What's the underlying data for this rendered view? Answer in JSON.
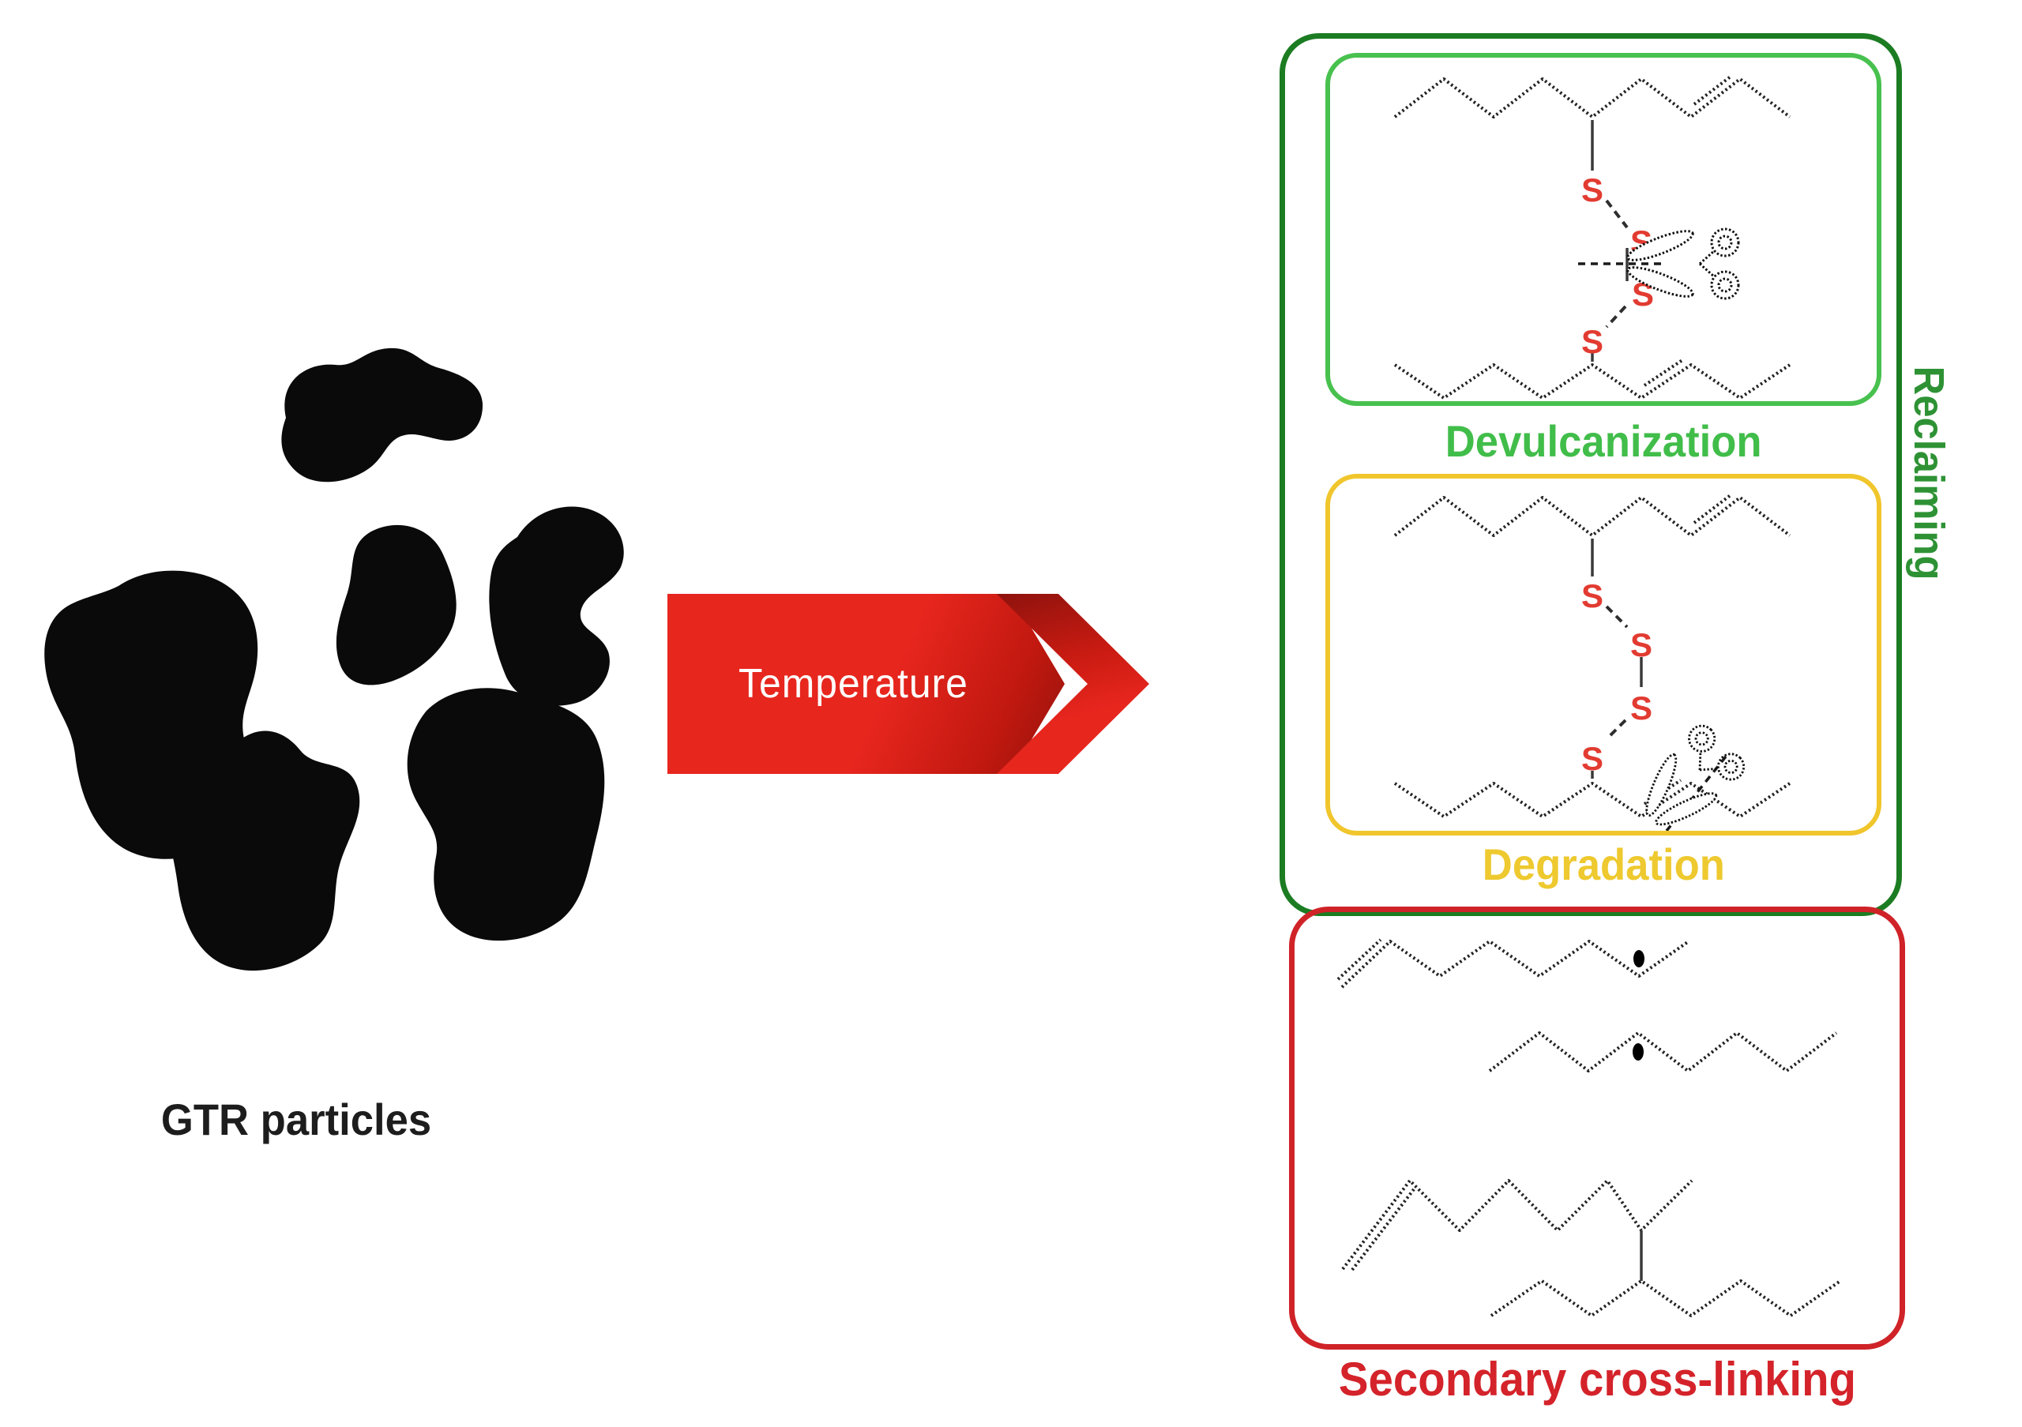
{
  "figure": {
    "background_color": "#ffffff",
    "left_panel": {
      "particles_label": "GTR particles",
      "particle_count": 6,
      "particle_color": "#0a0a0a"
    },
    "arrow": {
      "label": "Temperature",
      "text_color": "#ffffff",
      "fill_color": "#e7261e",
      "shade_color": "#93130d"
    },
    "reclaiming_group": {
      "label": "Reclaiming",
      "border_color": "#1c7c22",
      "text_color": "#2e9235"
    },
    "devulcanization_box": {
      "label": "Devulcanization",
      "border_color": "#48c14f",
      "text_color": "#41bd4a"
    },
    "degradation_box": {
      "label": "Degradation",
      "border_color": "#f0c62c",
      "text_color": "#eec92f"
    },
    "secondary_crosslinking_box": {
      "label": "Secondary cross-linking",
      "border_color": "#cf2328",
      "text_color": "#d4232a"
    },
    "chemistry": {
      "sulfur_symbol": "S",
      "sulfur_color": "#e23b31",
      "chain_color": "#232323"
    }
  }
}
